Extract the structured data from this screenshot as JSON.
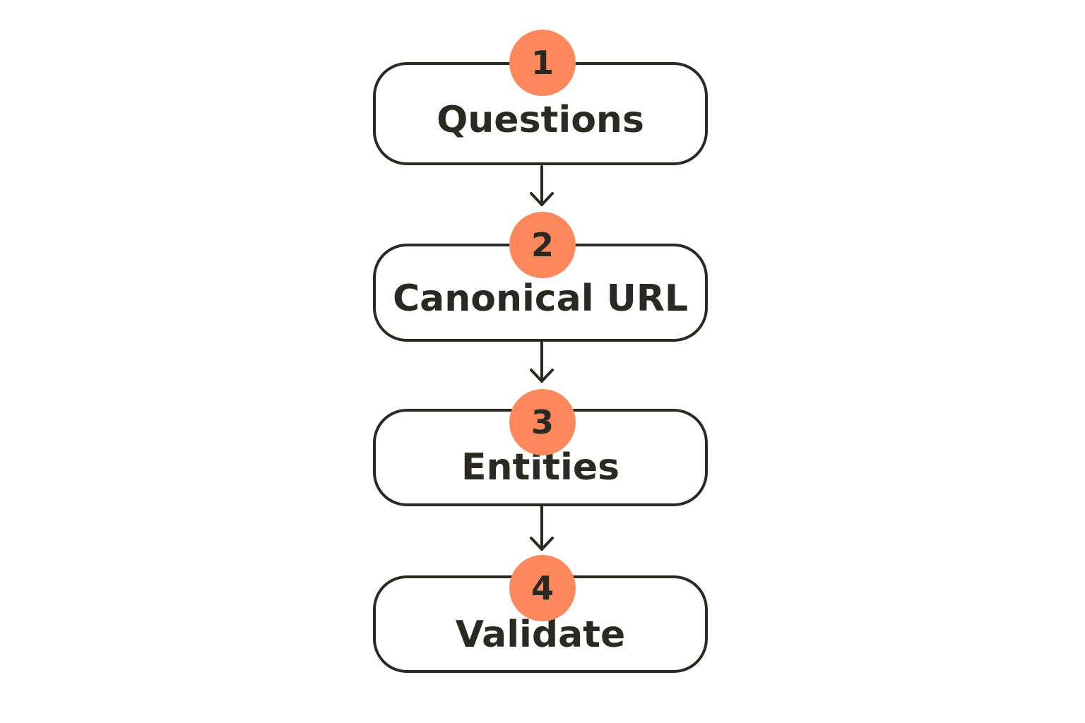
{
  "colors": {
    "outline": "#2b2a22",
    "badge": "#ff875c",
    "background": "#ffffff"
  },
  "steps": [
    {
      "number": "1",
      "label": "Questions"
    },
    {
      "number": "2",
      "label": "Canonical URL"
    },
    {
      "number": "3",
      "label": "Entities"
    },
    {
      "number": "4",
      "label": "Validate"
    }
  ]
}
